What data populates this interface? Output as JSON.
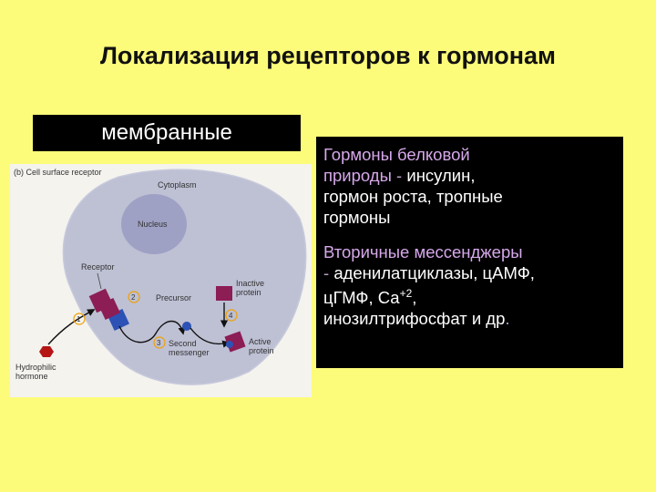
{
  "slide": {
    "title": "Локализация рецепторов к гормонам",
    "membrane_label": "мембранные"
  },
  "diagram": {
    "caption": "(b) Cell surface receptor",
    "labels": {
      "cytoplasm": "Cytoplasm",
      "nucleus": "Nucleus",
      "receptor": "Receptor",
      "precursor": "Precursor",
      "inactive_1": "Inactive",
      "inactive_2": "protein",
      "second_1": "Second",
      "second_2": "messenger",
      "active_1": "Active",
      "active_2": "protein",
      "hydrophilic_1": "Hydrophilic",
      "hydrophilic_2": "hormone"
    },
    "steps": [
      "1",
      "2",
      "3",
      "4"
    ],
    "colors": {
      "cell": "#bec0d4",
      "nucleus": "#9ea1c4",
      "receptor": "#8c1d55",
      "receptor_inner": "#2c52b5",
      "hormone": "#b51515",
      "step_circle": "#f0a000"
    }
  },
  "info": {
    "p1_line1": "Гормоны белковой",
    "p1_line2_acc": "природы",
    "p1_line2_dim": " - ",
    "p1_line2_rest": "инсулин,",
    "p1_line3": "гормон роста, тропные",
    "p1_line4": "гормоны",
    "p2_line1": "Вторичные мессенджеры",
    "p2_line2_dim": "- ",
    "p2_line2_rest": "аденилатциклазы, цАМФ,",
    "p2_line3_pre": "цГМФ, Са",
    "p2_line3_sup": "+2",
    "p2_line3_post": ",",
    "p2_line4": "инозилтрифосфат и др",
    "p2_line4_end": "."
  }
}
